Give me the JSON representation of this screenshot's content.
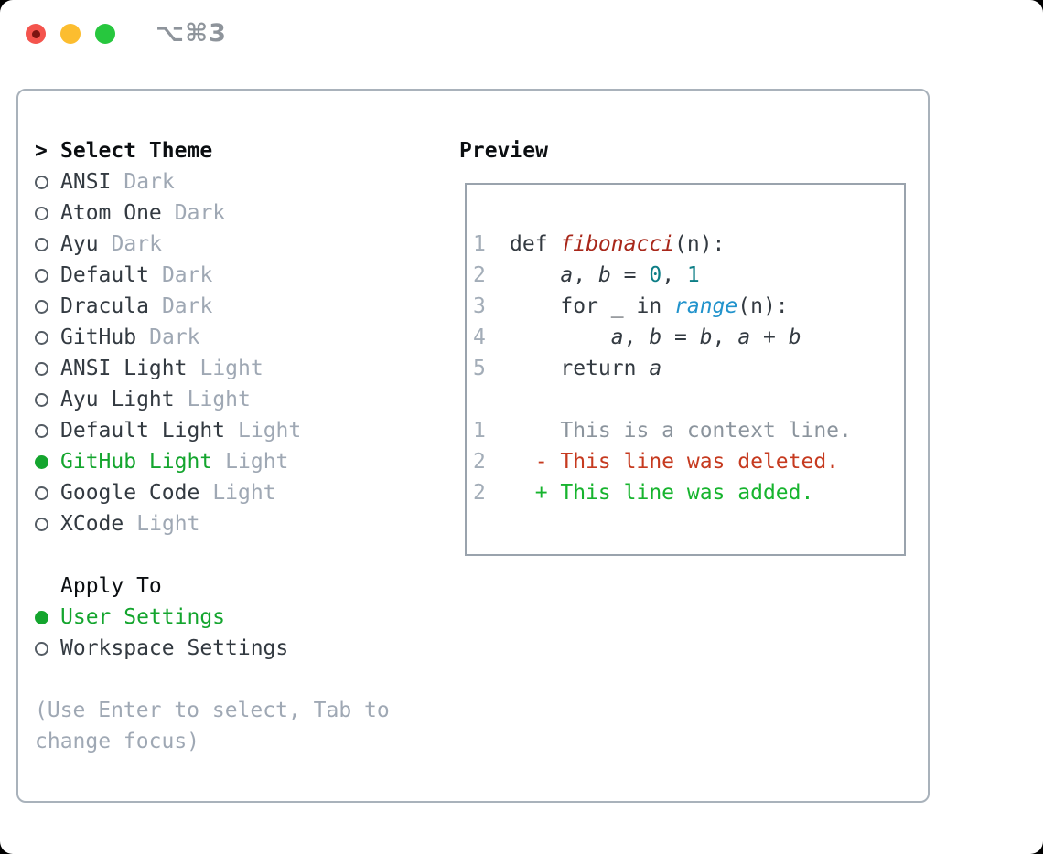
{
  "window": {
    "shortcut_label": "⌥⌘3",
    "traffic_lights": {
      "close": "#f4544d",
      "close_dot": "#7c1511",
      "minimize": "#fcbd2f",
      "zoom": "#27c73e"
    }
  },
  "colors": {
    "accent_green": "#14a52e",
    "text_dark": "#333a41",
    "title_black": "#0b0e11",
    "muted": "#9fa8b4",
    "line_number": "#a3adb8",
    "context_gray": "#8b949d",
    "function_red": "#a8271a",
    "builtin_blue": "#2193cc",
    "number_teal": "#0d7e86",
    "deleted_red": "#c63a1f",
    "added_green": "#17b42e",
    "panel_border": "#a9b2bb",
    "preview_border": "#9aa3ad",
    "shortcut_gray": "#8e949b",
    "radio_gray": "#545c64"
  },
  "theme_select": {
    "prefix": ">",
    "title": "Select Theme",
    "options": [
      {
        "name": "ANSI",
        "variant": "Dark",
        "selected": false
      },
      {
        "name": "Atom One",
        "variant": "Dark",
        "selected": false
      },
      {
        "name": "Ayu",
        "variant": "Dark",
        "selected": false
      },
      {
        "name": "Default",
        "variant": "Dark",
        "selected": false
      },
      {
        "name": "Dracula",
        "variant": "Dark",
        "selected": false
      },
      {
        "name": "GitHub",
        "variant": "Dark",
        "selected": false
      },
      {
        "name": "ANSI Light",
        "variant": "Light",
        "selected": false
      },
      {
        "name": "Ayu Light",
        "variant": "Light",
        "selected": false
      },
      {
        "name": "Default Light",
        "variant": "Light",
        "selected": false
      },
      {
        "name": "GitHub Light",
        "variant": "Light",
        "selected": true
      },
      {
        "name": "Google Code",
        "variant": "Light",
        "selected": false
      },
      {
        "name": "XCode",
        "variant": "Light",
        "selected": false
      }
    ]
  },
  "apply_to": {
    "title": "Apply To",
    "options": [
      {
        "name": "User Settings",
        "selected": true
      },
      {
        "name": "Workspace Settings",
        "selected": false
      }
    ]
  },
  "hint": {
    "lines": [
      "(Use Enter to select, Tab to",
      "change focus)"
    ]
  },
  "preview": {
    "title": "Preview",
    "lines": [
      {
        "num": "1",
        "tokens": [
          {
            "t": "def ",
            "s": "plain"
          },
          {
            "t": "fibonacci",
            "s": "func"
          },
          {
            "t": "(n):",
            "s": "plain"
          }
        ]
      },
      {
        "num": "2",
        "tokens": [
          {
            "t": "    ",
            "s": "plain"
          },
          {
            "t": "a",
            "s": "var"
          },
          {
            "t": ", ",
            "s": "plain"
          },
          {
            "t": "b",
            "s": "var"
          },
          {
            "t": " = ",
            "s": "plain"
          },
          {
            "t": "0",
            "s": "number"
          },
          {
            "t": ", ",
            "s": "plain"
          },
          {
            "t": "1",
            "s": "number"
          }
        ]
      },
      {
        "num": "3",
        "tokens": [
          {
            "t": "    for _ in ",
            "s": "plain"
          },
          {
            "t": "range",
            "s": "builtin"
          },
          {
            "t": "(n):",
            "s": "plain"
          }
        ]
      },
      {
        "num": "4",
        "tokens": [
          {
            "t": "        ",
            "s": "plain"
          },
          {
            "t": "a",
            "s": "var"
          },
          {
            "t": ", ",
            "s": "plain"
          },
          {
            "t": "b",
            "s": "var"
          },
          {
            "t": " = ",
            "s": "plain"
          },
          {
            "t": "b",
            "s": "var"
          },
          {
            "t": ", ",
            "s": "plain"
          },
          {
            "t": "a",
            "s": "var"
          },
          {
            "t": " + ",
            "s": "plain"
          },
          {
            "t": "b",
            "s": "var"
          }
        ]
      },
      {
        "num": "5",
        "tokens": [
          {
            "t": "    return ",
            "s": "plain"
          },
          {
            "t": "a",
            "s": "var"
          }
        ]
      },
      {
        "num": "",
        "tokens": []
      },
      {
        "num": "1",
        "tokens": [
          {
            "t": "    This is a context line.",
            "s": "context"
          }
        ]
      },
      {
        "num": "2",
        "tokens": [
          {
            "t": "  - This line was deleted.",
            "s": "deleted"
          }
        ]
      },
      {
        "num": "2",
        "tokens": [
          {
            "t": "  + This line was added.",
            "s": "added"
          }
        ]
      }
    ]
  }
}
